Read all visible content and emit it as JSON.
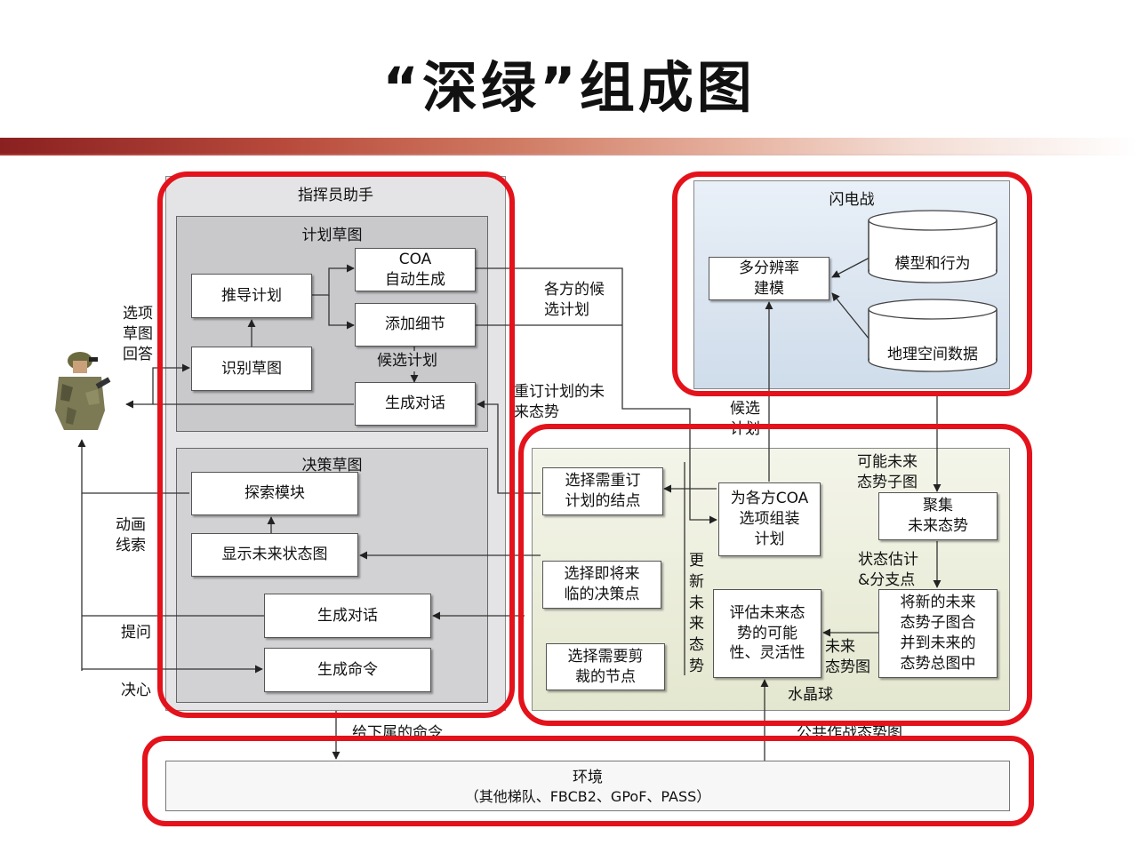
{
  "slide": {
    "title": "“深绿”组成图"
  },
  "assistant": {
    "title": "指挥员助手",
    "plan_sketch": {
      "title": "计划草图",
      "coa_auto": "COA\n自动生成",
      "infer_plan": "推导计划",
      "add_detail": "添加细节",
      "identify_sketch": "识别草图",
      "candidate_plan": "候选计划",
      "gen_dialog": "生成对话"
    },
    "decision_sketch": {
      "title": "决策草图",
      "explore_module": "探索模块",
      "show_future_state": "显示未来状态图",
      "gen_dialog": "生成对话",
      "gen_command": "生成命令"
    }
  },
  "blitz": {
    "title": "闪电战",
    "multi_res_model": "多分辨率\n建模",
    "model_behavior": "模型和行为",
    "geo_data": "地理空间数据"
  },
  "crystal_ball": {
    "title": "水晶球",
    "select_replan_nodes": "选择需重订\n计划的结点",
    "assemble_coa": "为各方COA\n选项组装\n计划",
    "aggregate_future": "聚集\n未来态势",
    "select_decision_points": "选择即将来\n临的决策点",
    "evaluate_future": "评估未来态\n势的可能\n性、灵活性",
    "merge_subgraph": "将新的未来\n态势子图合\n并到未来的\n态势总图中",
    "select_prune_nodes": "选择需要剪\n裁的节点"
  },
  "environment": {
    "title": "环境",
    "subtitle": "（其他梯队、FBCB2、GPoF、PASS）"
  },
  "labels": {
    "options_sketch_answer": "选项\n草图\n回答",
    "animation_cues": "动画\n线索",
    "ask": "提问",
    "decision": "决心",
    "candidate_plans_all": "各方的候\n选计划",
    "replanned_future": "重订计划的未\n来态势",
    "candidate_plan_mid": "候选\n计划",
    "possible_future_subgraph": "可能未来\n态势子图",
    "state_estimate_branch": "状态估计\n&分支点",
    "future_situation_graph": "未来\n态势图",
    "update_future_situation": "更\n新\n未\n来\n态\n势",
    "orders_to_subordinates": "给下属的命令",
    "common_operating_picture": "公共作战态势图"
  },
  "colors": {
    "red_frame": "#e3121b",
    "assistant_bg": "#cfcfd1",
    "blitz_bg": "#dde8f3",
    "crystal_bg": "#eef0df"
  }
}
